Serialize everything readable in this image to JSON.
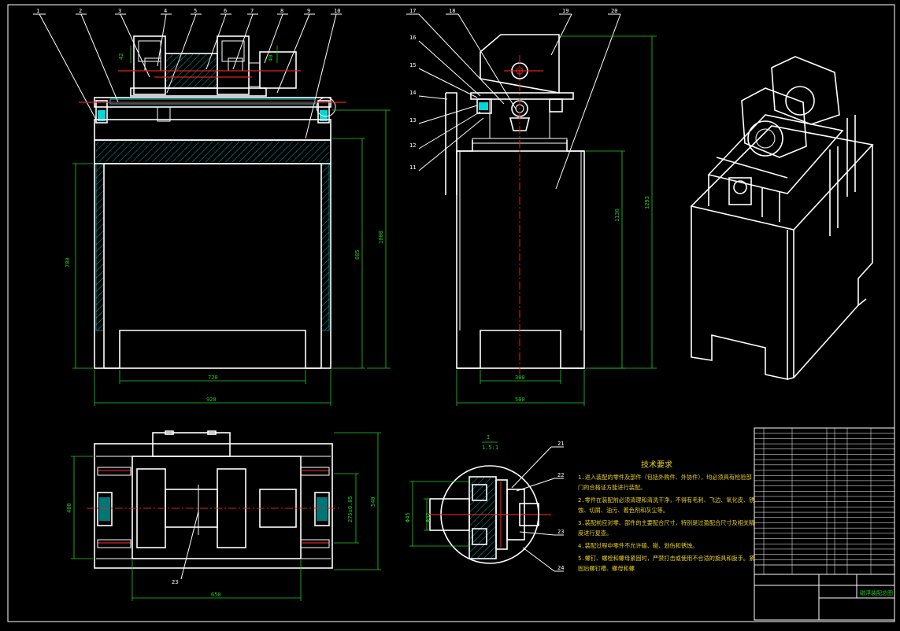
{
  "drawing": {
    "colors": {
      "background": "#000000",
      "outline": "#ffffff",
      "dimension": "#20d020",
      "centerline": "#e02020",
      "hatch": "#00d8d8",
      "note": "#e8d020"
    },
    "front_view": {
      "part_labels": [
        "1",
        "2",
        "3",
        "4",
        "5",
        "6",
        "7",
        "8",
        "9",
        "10"
      ],
      "dims": {
        "width_inner": "720",
        "width_outer": "920",
        "height_left": "780",
        "height_right1": "885",
        "height_right2": "1000",
        "small_dim_a": "42",
        "small_dim_b": "40"
      }
    },
    "side_view": {
      "part_labels": [
        "17",
        "18",
        "19",
        "20",
        "16",
        "15",
        "14",
        "13",
        "12",
        "11"
      ],
      "dims": {
        "width_inner": "300",
        "width_outer": "500",
        "height_1": "1130",
        "height_2": "1293"
      }
    },
    "top_view": {
      "part_labels": [
        "23"
      ],
      "dims": {
        "length": "650",
        "height_left": "400",
        "height_right": "540",
        "tolerance": "275±0.05"
      }
    },
    "detail_view": {
      "label": "I",
      "scale": "1.5:1",
      "part_labels": [
        "21",
        "22",
        "23",
        "24"
      ],
      "dims": {
        "dia1": "Φ45",
        "dia2": "Φ32"
      }
    },
    "tech_notes": {
      "title": "技术要求",
      "lines": [
        "1.进入装配的零件及部件（包括外购件、外协件），均必须具有检验部",
        "门的合格证方能进行装配。",
        "2.零件在装配前必须清理和清洗干净，不得有毛刺、飞边、氧化皮、锈",
        "蚀、切屑、油污、着色剂和灰尘等。",
        "3.装配前应对零、部件的主要配合尺寸，特别是过盈配合尺寸及相关精",
        "度进行复查。",
        "4.装配过程中零件不允许磕、碰、划伤和锈蚀。",
        "5.螺钉、螺栓和螺母紧固时，严禁打击或使用不合适的旋具和扳手。紧",
        "固后螺钉槽、螺母和螺"
      ]
    },
    "title_block": {
      "drawing_name": "磁浮装配总图"
    }
  }
}
